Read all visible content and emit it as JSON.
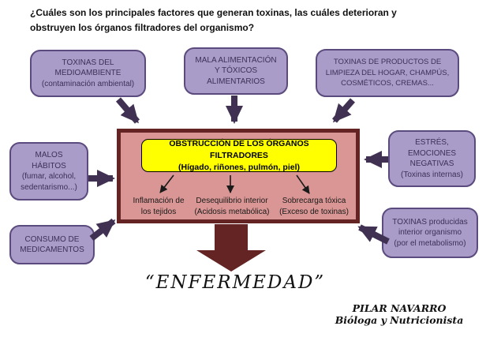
{
  "title": {
    "lines": [
      "¿Cuáles son los principales factores que generan toxinas, las cuáles deterioran y",
      "obstruyen los órganos filtradores del organismo?"
    ]
  },
  "factors": [
    {
      "id": "toxinas-medioambiente",
      "lines": [
        "TOXINAS DEL",
        "MEDIOAMBIENTE",
        "(contaminación ambiental)"
      ]
    },
    {
      "id": "mala-alimentacion",
      "lines": [
        "MALA ALIMENTACIÓN",
        "Y TÓXICOS",
        "ALIMENTARIOS"
      ]
    },
    {
      "id": "productos-limpieza",
      "lines": [
        "TOXINAS DE PRODUCTOS DE",
        "LIMPIEZA DEL HOGAR, CHAMPÚS,",
        "COSMÉTICOS, CREMAS..."
      ]
    },
    {
      "id": "malos-habitos",
      "lines": [
        "MALOS",
        "HÁBITOS",
        "(fumar, alcohol,",
        "sedentarismo...)"
      ]
    },
    {
      "id": "consumo-medicamentos",
      "lines": [
        "CONSUMO DE",
        "MEDICAMENTOS"
      ]
    },
    {
      "id": "estres-emociones",
      "lines": [
        "ESTRÉS,",
        "EMOCIONES",
        "NEGATIVAS",
        "(Toxinas internas)"
      ]
    },
    {
      "id": "toxinas-metabolismo",
      "lines": [
        "TOXINAS producidas",
        "interior organismo",
        "(por el metabolismo)"
      ]
    }
  ],
  "central": {
    "title": "OBSTRUCCIÓN DE LOS ÓRGANOS FILTRADORES",
    "subtitle": "(Hígado, riñones, pulmón, piel)",
    "consequences": [
      {
        "lines": [
          "Inflamación de",
          "los tejidos"
        ]
      },
      {
        "lines": [
          "Desequilibrio interior",
          "(Acidosis metabólica)"
        ]
      },
      {
        "lines": [
          "Sobrecarga tóxica",
          "(Exceso de toxinas)"
        ]
      }
    ]
  },
  "disease": "“ENFERMEDAD”",
  "signature": {
    "name": "PILAR NAVARRO",
    "role": "Bióloga y Nutricionista"
  },
  "colors": {
    "purple_fill": "#a99cc9",
    "purple_border": "#5b4a7e",
    "purple_text": "#3d3156",
    "arrow_purple": "#403152",
    "central_fill": "#d99694",
    "central_border": "#632423",
    "yellow_fill": "#ffff00",
    "maroon": "#632423"
  }
}
